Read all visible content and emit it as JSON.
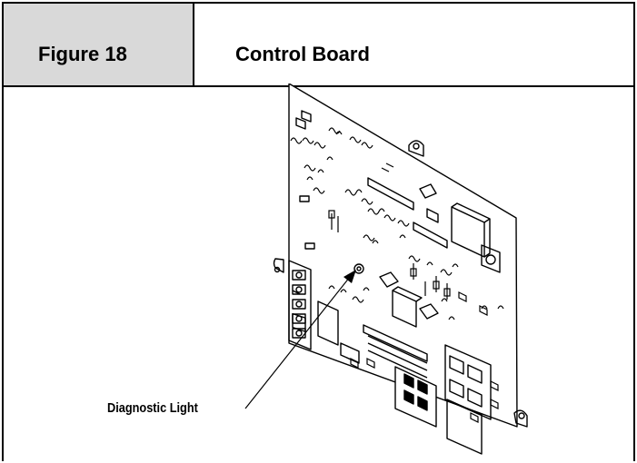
{
  "header": {
    "figure_label": "Figure 18",
    "title": "Control Board"
  },
  "diagram": {
    "callout_label": "Diagnostic Light"
  }
}
